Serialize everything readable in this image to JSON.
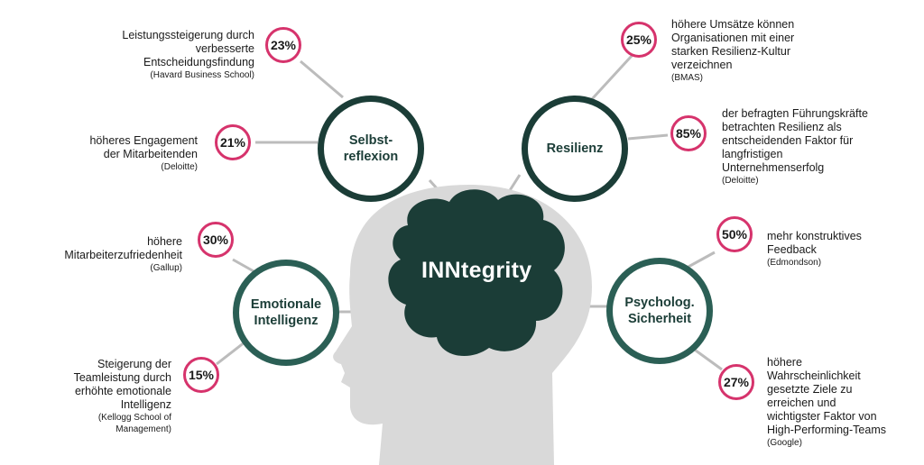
{
  "center": {
    "label": "INNtegrity"
  },
  "colors": {
    "accent": "#d6336c",
    "dark_green": "#1b3d37",
    "teal": "#2b5f55",
    "head_gray": "#d9d9d9",
    "connector": "#bcbcbc"
  },
  "topics": [
    {
      "label": "Selbst-\nreflexion"
    },
    {
      "label": "Resilienz"
    },
    {
      "label": "Emotionale\nIntelligenz"
    },
    {
      "label": "Psycholog.\nSicherheit"
    }
  ],
  "stats": [
    {
      "value": "23%",
      "text": "Leistungssteigerung durch\nverbesserte\nEntscheidungsfindung",
      "source": "(Havard Business School)"
    },
    {
      "value": "21%",
      "text": "höheres Engagement\nder Mitarbeitenden",
      "source": "(Deloitte)"
    },
    {
      "value": "25%",
      "text": "höhere Umsätze können\nOrganisationen mit einer\nstarken Resilienz-Kultur\nverzeichnen",
      "source": "(BMAS)"
    },
    {
      "value": "85%",
      "text": "der befragten Führungskräfte\nbetrachten Resilienz als\nentscheidenden Faktor für\nlangfristigen\nUnternehmenserfolg",
      "source": "(Deloitte)"
    },
    {
      "value": "30%",
      "text": "höhere\nMitarbeiterzufriedenheit",
      "source": "(Gallup)"
    },
    {
      "value": "15%",
      "text": "Steigerung der\nTeamleistung durch\nerhöhte emotionale\nIntelligenz",
      "source": "(Kellogg School of\nManagement)"
    },
    {
      "value": "50%",
      "text": "mehr konstruktives\nFeedback",
      "source": "(Edmondson)"
    },
    {
      "value": "27%",
      "text": "höhere\nWahrscheinlichkeit\ngesetzte Ziele zu\nerreichen und\nwichtigster Faktor von\nHigh-Performing-Teams",
      "source": "(Google)"
    }
  ]
}
